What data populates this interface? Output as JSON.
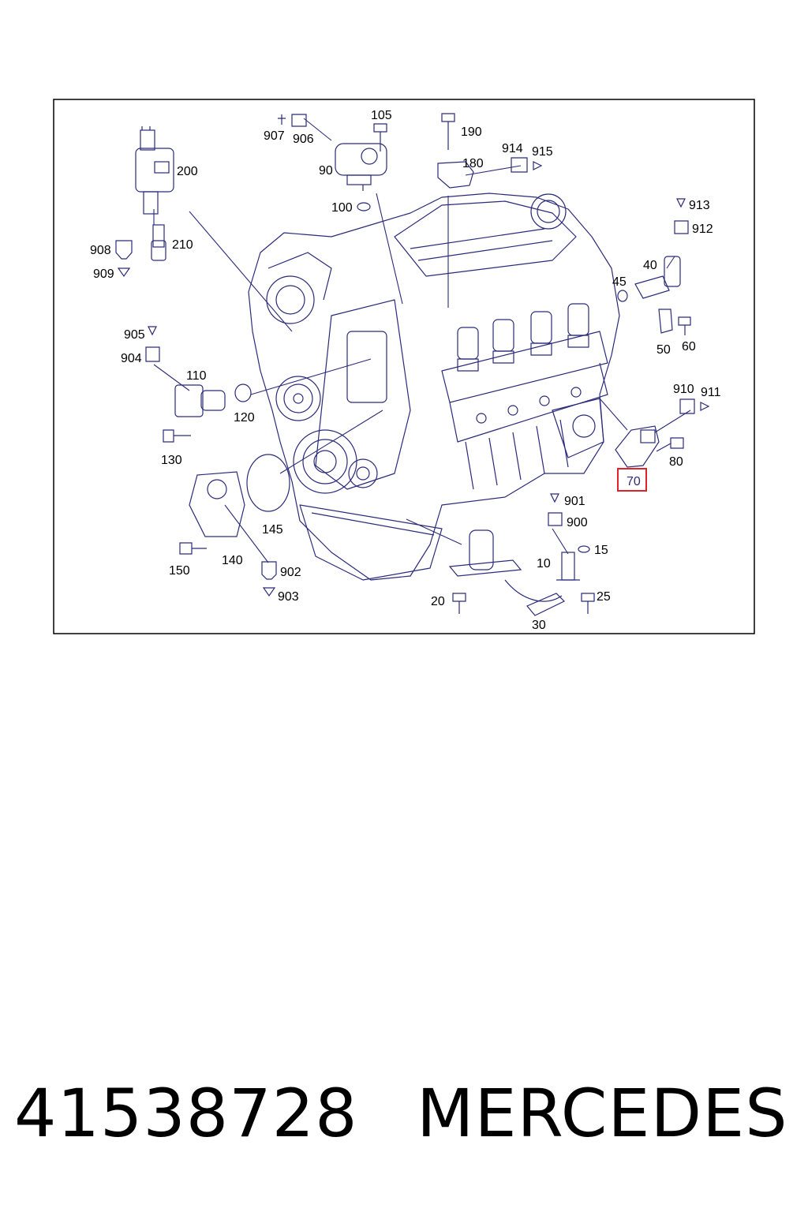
{
  "callouts": {
    "c10": "10",
    "c15": "15",
    "c20": "20",
    "c25": "25",
    "c30": "30",
    "c40": "40",
    "c45": "45",
    "c50": "50",
    "c60": "60",
    "c70": "70",
    "c80": "80",
    "c90": "90",
    "c100": "100",
    "c105": "105",
    "c110": "110",
    "c120": "120",
    "c130": "130",
    "c140": "140",
    "c145": "145",
    "c150": "150",
    "c180": "180",
    "c190": "190",
    "c200": "200",
    "c210": "210",
    "c900": "900",
    "c901": "901",
    "c902": "902",
    "c903": "903",
    "c904": "904",
    "c905": "905",
    "c906": "906",
    "c907": "907",
    "c908": "908",
    "c909": "909",
    "c910": "910",
    "c911": "911",
    "c912": "912",
    "c913": "913",
    "c914": "914",
    "c915": "915"
  },
  "highlighted_callout": "70",
  "footer": {
    "part_number": "41538728",
    "brand": "MERCEDES"
  },
  "colors": {
    "line_art": "#2b2b7a",
    "frame": "#000000",
    "highlight": "#e0232a"
  }
}
